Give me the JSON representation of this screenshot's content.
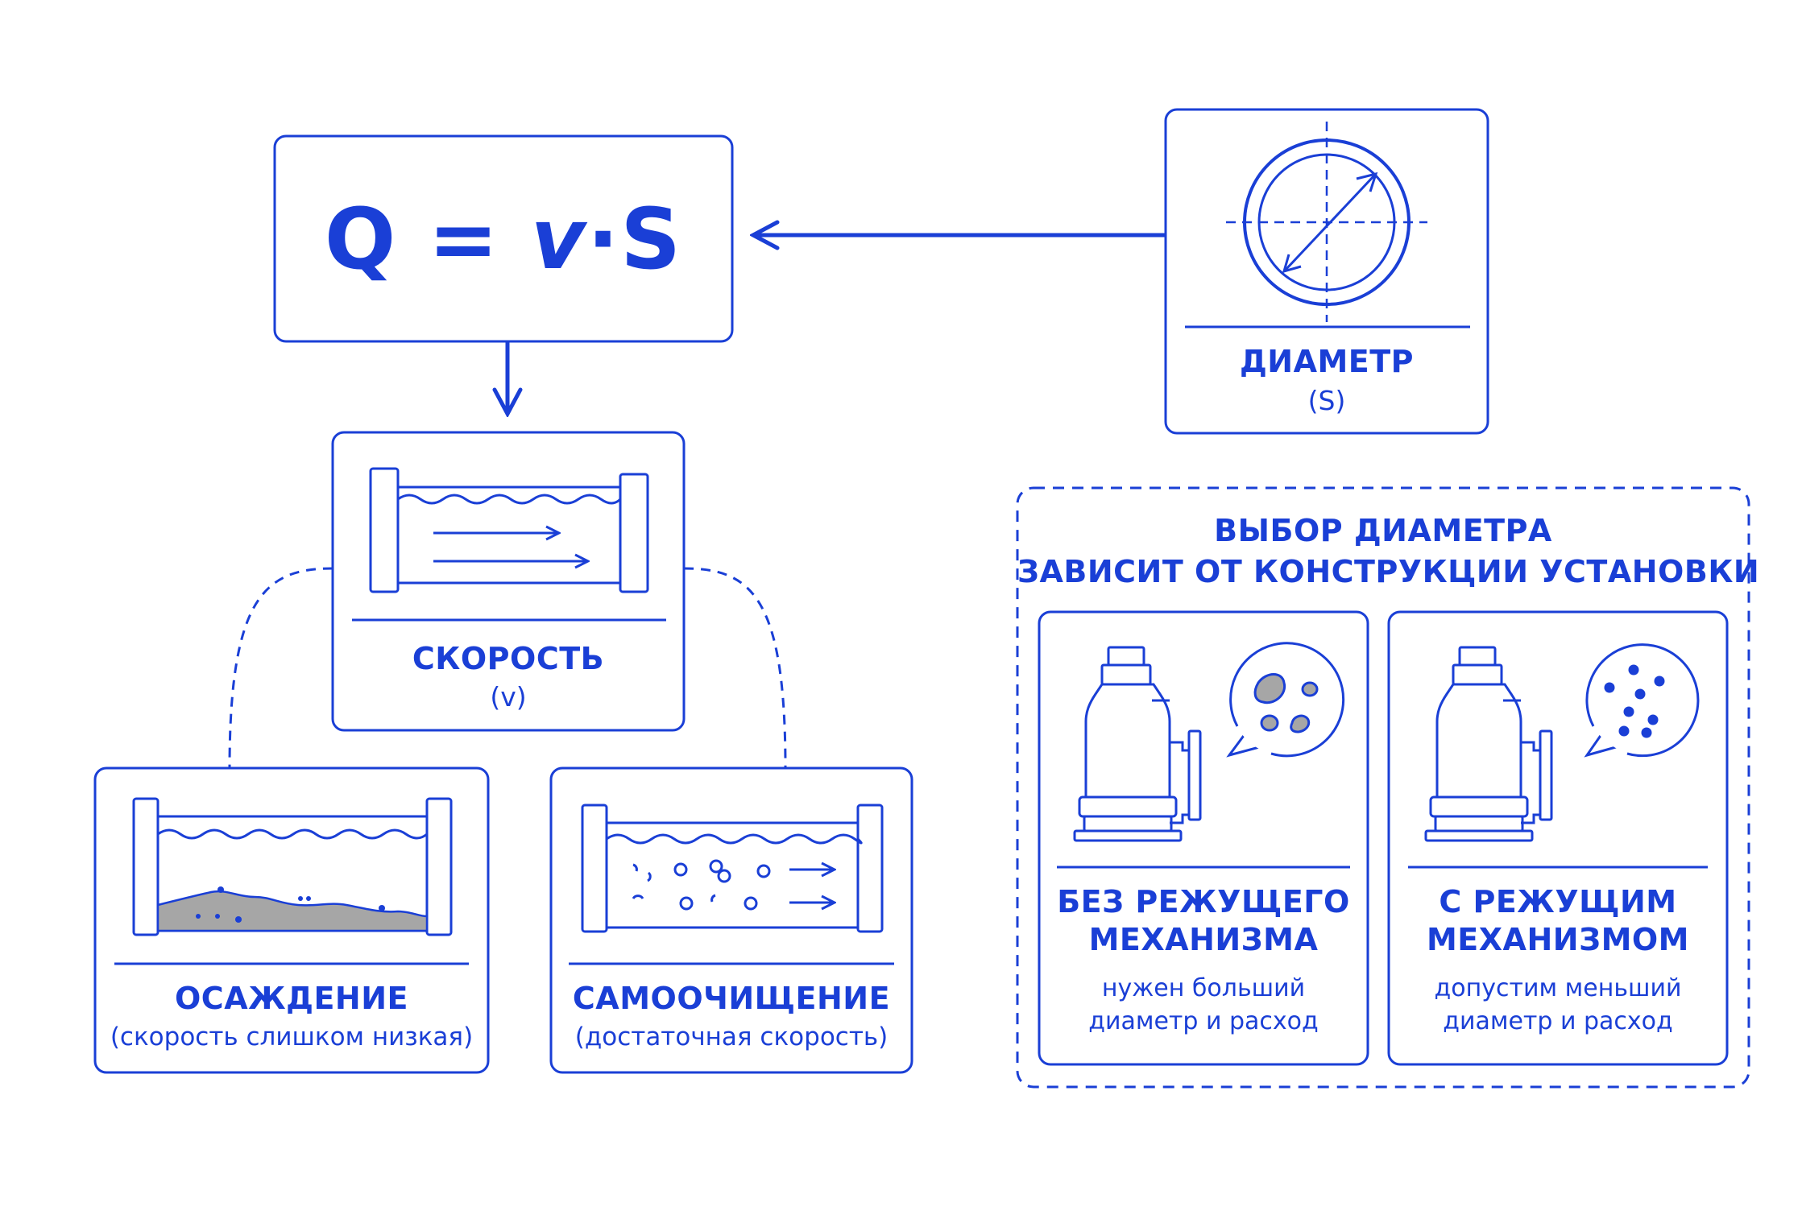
{
  "colors": {
    "accent": "#1a3fd6",
    "sediment": "#a6a6a6",
    "background": "#ffffff"
  },
  "formula": {
    "q": "Q",
    "eq": "=",
    "v": "v",
    "dot": "·",
    "s": "S"
  },
  "diameter": {
    "title": "ДИАМЕТР",
    "symbol": "(S)",
    "icon": "pipe-cross-section-icon"
  },
  "speed": {
    "title": "СКОРОСТЬ",
    "symbol": "(v)",
    "icon": "pipe-flow-icon"
  },
  "sedimentation": {
    "title": "ОСАЖДЕНИЕ",
    "note": "(скорость слишком низкая)",
    "icon": "pipe-sediment-icon"
  },
  "self_cleaning": {
    "title": "САМООЧИЩЕНИЕ",
    "note": "(достаточная скорость)",
    "icon": "pipe-self-cleaning-icon"
  },
  "choice": {
    "title_line1": "ВЫБОР ДИАМЕТРА",
    "title_line2": "ЗАВИСИТ ОТ КОНСТРУКЦИИ УСТАНОВКИ",
    "without_cutter": {
      "title_line1": "БЕЗ РЕЖУЩЕГО",
      "title_line2": "МЕХАНИЗМА",
      "desc_line1": "нужен больший",
      "desc_line2": "диаметр и расход",
      "icon": "pump-large-particles-icon"
    },
    "with_cutter": {
      "title_line1": "С РЕЖУЩИМ",
      "title_line2": "МЕХАНИЗМОМ",
      "desc_line1": "допустим меньший",
      "desc_line2": "диаметр и расход",
      "icon": "pump-small-particles-icon"
    }
  }
}
